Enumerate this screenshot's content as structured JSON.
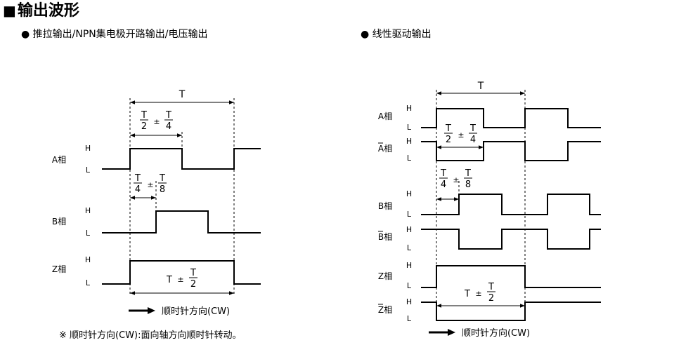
{
  "title": {
    "marker": "■",
    "text": "输出波形"
  },
  "sections": {
    "left": "● 推拉输出/NPN集电极开路输出/电压输出",
    "right": "● 线性驱动输出"
  },
  "left_diagram": {
    "period": "T",
    "a_phase_width_num": "T",
    "a_phase_width_den": "2",
    "a_phase_tol_num": "T",
    "a_phase_tol_den": "4",
    "phase_diff_num": "T",
    "phase_diff_den": "4",
    "phase_diff_tol_num": "T",
    "phase_diff_tol_den": "8",
    "z_width": "T",
    "z_tol_num": "T",
    "z_tol_den": "2",
    "ch_a": "A相",
    "ch_b": "B相",
    "ch_z": "Z相",
    "high": "H",
    "low": "L",
    "direction": "顺时针方向(CW)"
  },
  "right_diagram": {
    "period": "T",
    "a_phase_width_num": "T",
    "a_phase_width_den": "2",
    "a_phase_tol_num": "T",
    "a_phase_tol_den": "4",
    "phase_diff_num": "T",
    "phase_diff_den": "4",
    "phase_diff_tol_num": "T",
    "phase_diff_tol_den": "8",
    "z_width": "T",
    "z_tol_num": "T",
    "z_tol_den": "2",
    "ch_a": "A相",
    "ch_a_bar": "A相",
    "ch_b": "B相",
    "ch_b_bar": "B相",
    "ch_z": "Z相",
    "ch_z_bar": "Z相",
    "high": "H",
    "low": "L",
    "direction": "顺时针方向(CW)"
  },
  "pm_symbol": "±",
  "note": "※ 顺时针方向(CW):面向轴方向顺时针转动。"
}
